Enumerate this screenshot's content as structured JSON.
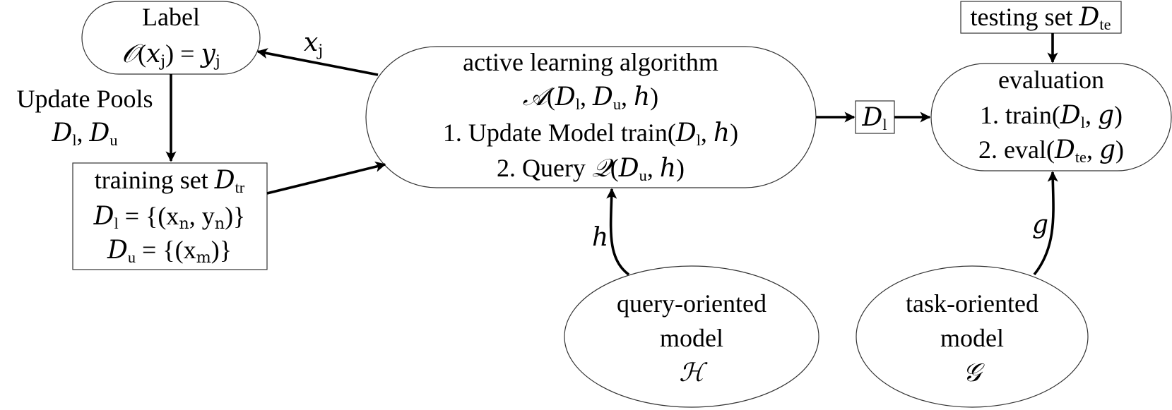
{
  "nodes": {
    "label": {
      "title": "Label",
      "oracle": "𝒪",
      "x_j": "x",
      "j_sub": "j",
      "y_j": "y"
    },
    "update_pools": {
      "text": "Update Pools",
      "D_l": "D",
      "l_sub": "l",
      "D_u": "D",
      "u_sub": "u"
    },
    "training_set": {
      "text": "training set",
      "D_tr": "D",
      "tr_sub": "tr",
      "labeled_D": "D",
      "labeled_sub": "l",
      "labeled_set": "= {(x",
      "labeled_n1": "n",
      "labeled_mid": ", y",
      "labeled_n2": "n",
      "labeled_end": ")}",
      "unlabeled_D": "D",
      "unlabeled_sub": "u",
      "unlabeled_set": "= {(x",
      "unlabeled_m": "m",
      "unlabeled_end": ")}"
    },
    "algorithm": {
      "title": "active learning algorithm",
      "symbol": "𝒜",
      "step1": "1. Update Model train(",
      "step2": "2. Query",
      "query_symbol": "𝒬"
    },
    "dl_box": {
      "D": "D",
      "sub": "l"
    },
    "testing_set": {
      "text": "testing set",
      "D": "D",
      "sub": "te"
    },
    "evaluation": {
      "title": "evaluation",
      "step1": "1. train(",
      "step2": "2. eval("
    },
    "query_model": {
      "line1": "query-oriented",
      "line2": "model",
      "symbol": "ℋ"
    },
    "task_model": {
      "line1": "task-oriented",
      "line2": "model",
      "symbol": "𝒢"
    }
  },
  "edge_labels": {
    "x_j": "x",
    "x_j_sub": "j",
    "h": "h",
    "g": "g"
  }
}
